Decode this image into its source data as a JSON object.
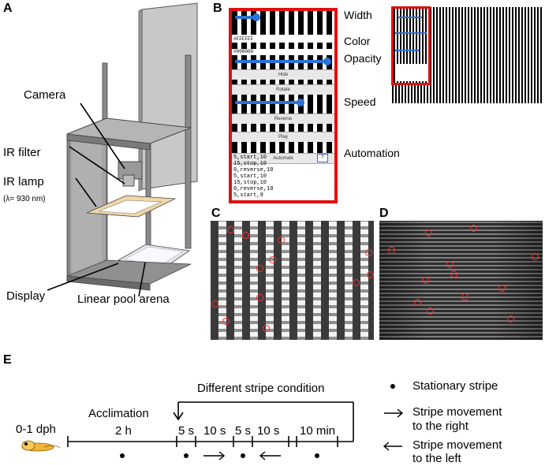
{
  "panels": {
    "a": "A",
    "b": "B",
    "c": "C",
    "d": "D",
    "e": "E"
  },
  "panel_a": {
    "camera": "Camera",
    "ir_filter": "IR filter",
    "ir_lamp": "IR lamp",
    "wavelength": "(λ= 930 nm)",
    "display": "Display",
    "arena": "Linear pool arena"
  },
  "panel_b": {
    "labels": {
      "width": "Width",
      "color": "Color",
      "opacity": "Opacity",
      "speed": "Speed",
      "automation": "Automation"
    },
    "ui": {
      "color1": "#FFFFFF",
      "color2": "#000000",
      "hide_button": "Hide",
      "rotate_button": "Rotate",
      "reverse_button": "Reverse",
      "play_button": "Play",
      "automate_button": "Automate",
      "help_button": "?",
      "log": "5,start,10\n15,stop,10\n0,reverse,10\n5,start,10\n15,stop,10\n0,reverse,10\n5,start,9"
    },
    "sliders": {
      "width": 0.25,
      "opacity": 1.0,
      "speed": 0.7
    },
    "accent_color": "#e01010",
    "slider_color": "#2a73d8"
  },
  "panel_e": {
    "age": "0-1 dph",
    "acclimation": "Acclimation",
    "seg_2h": "2 h",
    "seg_5s_a": "5 s",
    "seg_10s_a": "10 s",
    "seg_5s_b": "5 s",
    "seg_10s_b": "10 s",
    "seg_10min": "10 min",
    "different_condition": "Different stripe condition",
    "legend": {
      "stationary": "Stationary stripe",
      "right_1": "Stripe movement",
      "right_2": "to the right",
      "left_1": "Stripe movement",
      "left_2": "to the left"
    }
  }
}
